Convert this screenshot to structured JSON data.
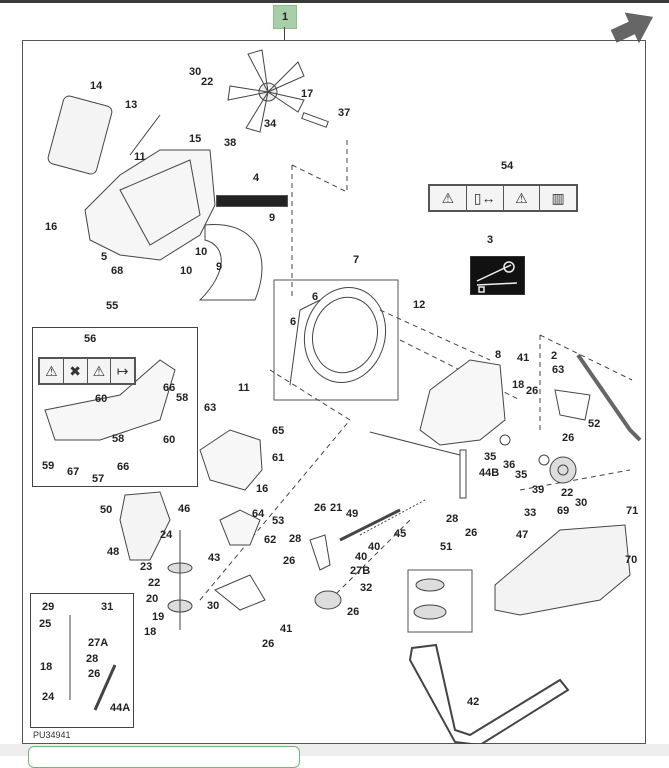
{
  "diagram": {
    "title_callout": "1",
    "figure_id": "PU34941",
    "nav_icon": "next-arrow-icon",
    "colors": {
      "callout_bg": "#a8d0a8",
      "callout_border": "#8bbf8b",
      "line": "#444444",
      "footer_card_border": "#7ab07a"
    },
    "main_labels": [
      {
        "id": "14",
        "text": "14"
      },
      {
        "id": "13",
        "text": "13"
      },
      {
        "id": "15",
        "text": "15"
      },
      {
        "id": "11a",
        "text": "11"
      },
      {
        "id": "30a",
        "text": "30"
      },
      {
        "id": "22a",
        "text": "22"
      },
      {
        "id": "38",
        "text": "38"
      },
      {
        "id": "34",
        "text": "34"
      },
      {
        "id": "17",
        "text": "17"
      },
      {
        "id": "37",
        "text": "37"
      },
      {
        "id": "4",
        "text": "4"
      },
      {
        "id": "9a",
        "text": "9"
      },
      {
        "id": "9b",
        "text": "9"
      },
      {
        "id": "10a",
        "text": "10"
      },
      {
        "id": "10b",
        "text": "10"
      },
      {
        "id": "16a",
        "text": "16"
      },
      {
        "id": "5",
        "text": "5"
      },
      {
        "id": "68",
        "text": "68"
      },
      {
        "id": "54",
        "text": "54"
      },
      {
        "id": "3",
        "text": "3"
      },
      {
        "id": "7",
        "text": "7"
      },
      {
        "id": "6a",
        "text": "6"
      },
      {
        "id": "6b",
        "text": "6"
      },
      {
        "id": "12",
        "text": "12"
      },
      {
        "id": "8",
        "text": "8"
      },
      {
        "id": "41a",
        "text": "41"
      },
      {
        "id": "18a",
        "text": "18"
      },
      {
        "id": "26a",
        "text": "26"
      },
      {
        "id": "2",
        "text": "2"
      },
      {
        "id": "63a",
        "text": "63"
      },
      {
        "id": "52",
        "text": "52"
      },
      {
        "id": "26b",
        "text": "26"
      },
      {
        "id": "35a",
        "text": "35"
      },
      {
        "id": "36",
        "text": "36"
      },
      {
        "id": "35b",
        "text": "35"
      },
      {
        "id": "44B",
        "text": "44B"
      },
      {
        "id": "39",
        "text": "39"
      },
      {
        "id": "22b",
        "text": "22"
      },
      {
        "id": "30b",
        "text": "30"
      },
      {
        "id": "33",
        "text": "33"
      },
      {
        "id": "69",
        "text": "69"
      },
      {
        "id": "28a",
        "text": "28"
      },
      {
        "id": "26c",
        "text": "26"
      },
      {
        "id": "71",
        "text": "71"
      },
      {
        "id": "70",
        "text": "70"
      },
      {
        "id": "47",
        "text": "47"
      },
      {
        "id": "51",
        "text": "51"
      },
      {
        "id": "42",
        "text": "42"
      },
      {
        "id": "11b",
        "text": "11"
      },
      {
        "id": "63b",
        "text": "63"
      },
      {
        "id": "65",
        "text": "65"
      },
      {
        "id": "61",
        "text": "61"
      },
      {
        "id": "16b",
        "text": "16"
      },
      {
        "id": "64",
        "text": "64"
      },
      {
        "id": "53",
        "text": "53"
      },
      {
        "id": "62",
        "text": "62"
      },
      {
        "id": "50",
        "text": "50"
      },
      {
        "id": "46",
        "text": "46"
      },
      {
        "id": "48",
        "text": "48"
      },
      {
        "id": "24a",
        "text": "24"
      },
      {
        "id": "23",
        "text": "23"
      },
      {
        "id": "22c",
        "text": "22"
      },
      {
        "id": "20",
        "text": "20"
      },
      {
        "id": "19",
        "text": "19"
      },
      {
        "id": "18b",
        "text": "18"
      },
      {
        "id": "43",
        "text": "43"
      },
      {
        "id": "30c",
        "text": "30"
      },
      {
        "id": "41b",
        "text": "41"
      },
      {
        "id": "26d",
        "text": "26"
      },
      {
        "id": "26e",
        "text": "26"
      },
      {
        "id": "21",
        "text": "21"
      },
      {
        "id": "49",
        "text": "49"
      },
      {
        "id": "28b",
        "text": "28"
      },
      {
        "id": "45",
        "text": "45"
      },
      {
        "id": "40a",
        "text": "40"
      },
      {
        "id": "40b",
        "text": "40"
      },
      {
        "id": "26f",
        "text": "26"
      },
      {
        "id": "27B",
        "text": "27B"
      },
      {
        "id": "32",
        "text": "32"
      },
      {
        "id": "26g",
        "text": "26"
      }
    ],
    "inset_55": {
      "title": "55",
      "decal_label": "56",
      "labels": [
        "60",
        "66",
        "58",
        "58",
        "60",
        "59",
        "67",
        "66",
        "57"
      ]
    },
    "inset_lower_left": {
      "labels": [
        "29",
        "31",
        "25",
        "27A",
        "28",
        "18",
        "26",
        "24",
        "44A"
      ]
    },
    "decal_54_cells": [
      "warning-triangle",
      "keep-distance",
      "warning-triangle",
      "manual-book"
    ],
    "decal_56_cells": [
      "warning-triangle",
      "hand-hazard",
      "warning-triangle",
      "keep-distance"
    ]
  }
}
